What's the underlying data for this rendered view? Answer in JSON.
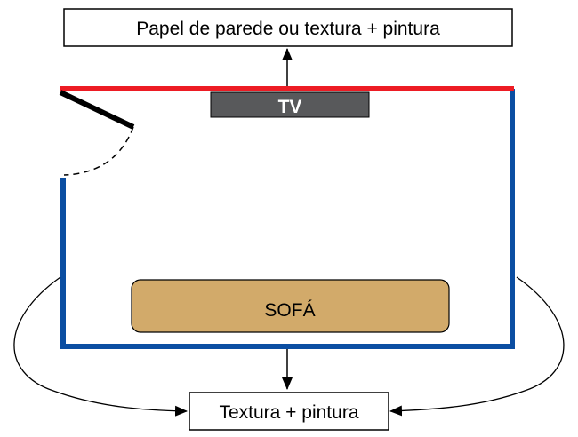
{
  "diagram": {
    "top_label": "Papel de parede ou textura + pintura",
    "bottom_label": "Textura + pintura",
    "tv_label": "TV",
    "sofa_label": "SOFÁ",
    "colors": {
      "accent_wall": "#ed1c24",
      "other_walls": "#0b4ea2",
      "tv_fill": "#58595b",
      "sofa_fill": "#d2aa6a",
      "door": "#000000",
      "arrows": "#000000"
    }
  }
}
